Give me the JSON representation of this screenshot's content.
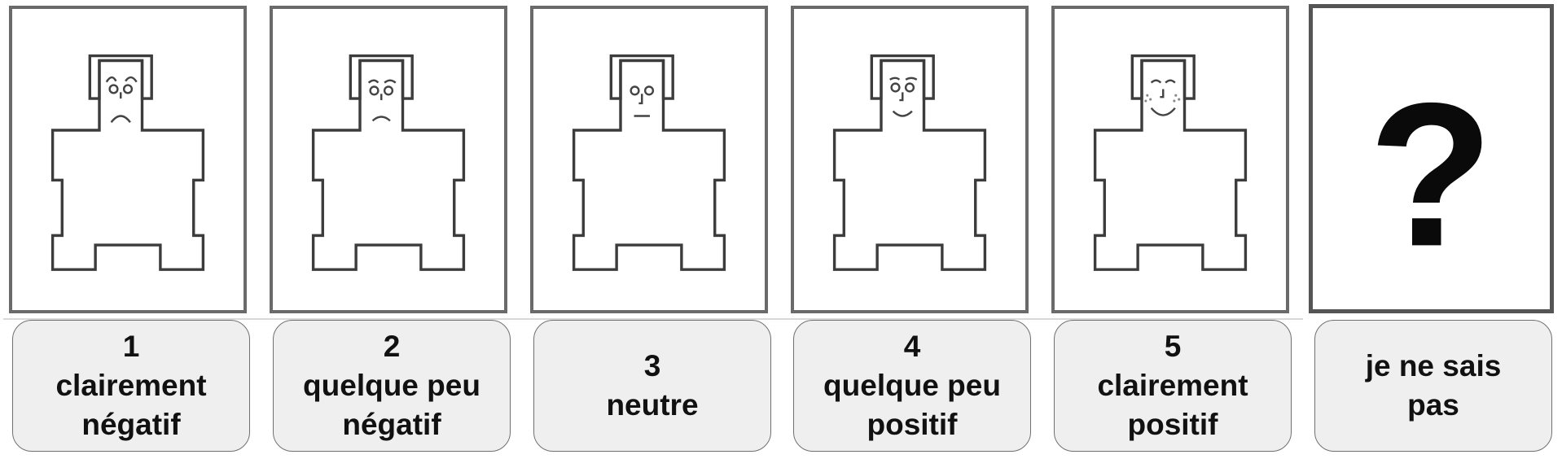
{
  "scale": {
    "options": [
      {
        "number": "1",
        "line1": "clairement",
        "line2": "négatif",
        "icon": "sad-figure-icon",
        "mood": "clearly-negative"
      },
      {
        "number": "2",
        "line1": "quelque peu",
        "line2": "négatif",
        "icon": "slightly-sad-figure-icon",
        "mood": "somewhat-negative"
      },
      {
        "number": "3",
        "line1": "neutre",
        "line2": "",
        "icon": "neutral-figure-icon",
        "mood": "neutral"
      },
      {
        "number": "4",
        "line1": "quelque peu",
        "line2": "positif",
        "icon": "slightly-happy-figure-icon",
        "mood": "somewhat-positive"
      },
      {
        "number": "5",
        "line1": "clairement",
        "line2": "positif",
        "icon": "happy-figure-icon",
        "mood": "clearly-positive"
      }
    ],
    "unknown": {
      "line1": "je ne sais",
      "line2": "pas",
      "symbol": "?",
      "icon": "question-mark-icon"
    }
  }
}
